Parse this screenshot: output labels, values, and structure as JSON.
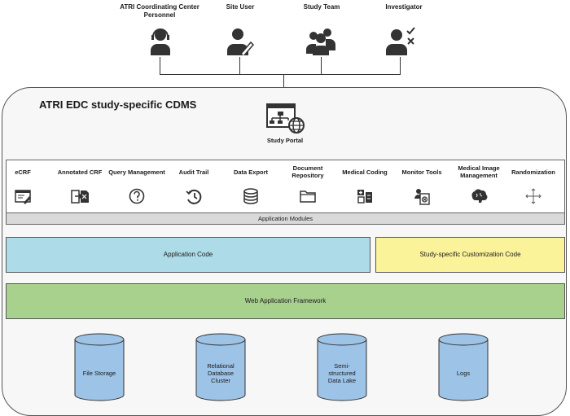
{
  "users": [
    {
      "label": "ATRI Coordinating Center\nPersonnel",
      "icon": "headset-person-icon"
    },
    {
      "label": "Site User",
      "icon": "person-pen-icon"
    },
    {
      "label": "Study Team",
      "icon": "group-icon"
    },
    {
      "label": "Investigator",
      "icon": "person-checkmark-icon"
    }
  ],
  "cdms": {
    "title": "ATRI EDC study-specific CDMS",
    "portal_label": "Study Portal"
  },
  "modules": {
    "items": [
      {
        "label": "eCRF",
        "icon": "form-icon"
      },
      {
        "label": "Annotated CRF",
        "icon": "annotated-crf-icon"
      },
      {
        "label": "Query Management",
        "icon": "question-icon"
      },
      {
        "label": "Audit Trail",
        "icon": "history-icon"
      },
      {
        "label": "Data Export",
        "icon": "database-icon"
      },
      {
        "label": "Document Repository",
        "icon": "folder-icon"
      },
      {
        "label": "Medical Coding",
        "icon": "medical-coding-icon"
      },
      {
        "label": "Monitor Tools",
        "icon": "monitor-tools-icon"
      },
      {
        "label": "Medical Image Management",
        "icon": "brain-icon"
      },
      {
        "label": "Randomization",
        "icon": "arrows-icon"
      }
    ],
    "footer": "Application Modules"
  },
  "layers": {
    "application_code": "Application Code",
    "customization_code": "Study-specific Customization Code",
    "framework": "Web Application Framework"
  },
  "storage": [
    "File Storage",
    "Relational\nDatabase\nCluster",
    "Semi-\nstructured\nData Lake",
    "Logs"
  ],
  "colors": {
    "application_code": "#aedbe8",
    "customization_code": "#faf39a",
    "framework": "#a9d18e",
    "database": "#9dc3e6",
    "footer": "#d9d9d9"
  }
}
